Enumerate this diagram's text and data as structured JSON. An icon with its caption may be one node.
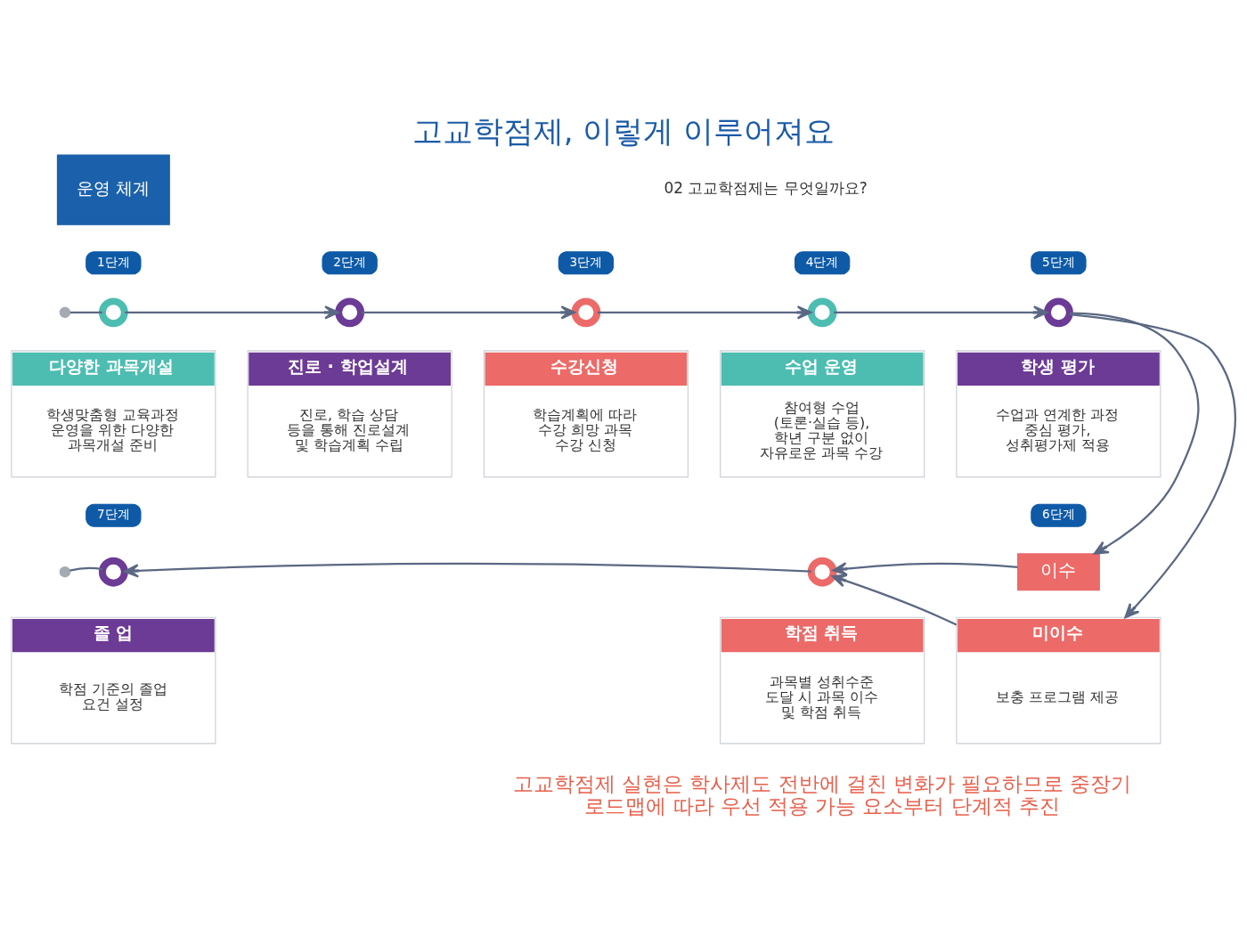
{
  "diagram": {
    "title": "고교학점제, 이렇게 이루어져요",
    "caption": "고교학점제 실현은 학사제도 전반에 걸친 변화가 필요하므로 중장기 로드맵에 따라 우선 적용 가능 요소부터 단계적 추진",
    "nodes": [
      {
        "text": [
          "운영 체계"
        ]
      },
      {
        "text": [],
        "shape": "circle"
      },
      {
        "text": [
          "1단계"
        ]
      },
      {
        "text": [],
        "shape": "pin"
      },
      {
        "text": [
          "다양한 과목개설",
          "학생맞춤형 교육과정 운영을 위한 다양한 과목개설 준비"
        ]
      },
      {
        "text": [
          "2단계"
        ]
      },
      {
        "text": [],
        "shape": "pin"
      },
      {
        "text": [
          "진로 · 학업설계",
          "진로, 학습 상담 등을 통해 진로설계 및 학습계획 수립"
        ]
      },
      {
        "text": [
          "3단계"
        ]
      },
      {
        "text": [],
        "shape": "pin"
      },
      {
        "text": [
          "수강신청",
          "학습계획에 따라 수강 희망 과목 수강 신청"
        ]
      },
      {
        "text": [
          "4단계"
        ]
      },
      {
        "text": [],
        "shape": "pin"
      },
      {
        "text": [
          "수업 운영",
          "참여형 수업 (토론·실습 등), 학년 구분 없이 자유로운 과목 수강"
        ]
      },
      {
        "text": [
          "5단계"
        ]
      },
      {
        "text": [],
        "shape": "pin"
      },
      {
        "text": [
          "학생 평가",
          "수업과 연계한 과정 중심 평가, 성취평가제 적용"
        ]
      },
      {
        "text": [
          "7단계"
        ]
      },
      {
        "text": [
          "6단계"
        ]
      },
      {
        "text": [],
        "shape": "circle"
      },
      {
        "text": [],
        "shape": "pin"
      },
      {
        "text": [],
        "shape": "pin"
      },
      {
        "text": [
          "이수"
        ]
      },
      {
        "text": [
          "졸 업",
          "학점 기준의 졸업 요건 설정"
        ]
      },
      {
        "text": [
          "학점 취득",
          "과목별 성취수준 도달 시 과목 이수 및 학점 취득"
        ]
      },
      {
        "text": [
          "미이수",
          "보충 프로그램 제공"
        ]
      }
    ],
    "edges": [
      {
        "from": 1,
        "to": 3,
        "arrow": "none"
      },
      {
        "from": 3,
        "to": 6,
        "arrow": "to"
      },
      {
        "from": 6,
        "to": 9,
        "arrow": "to"
      },
      {
        "from": 9,
        "to": 12,
        "arrow": "to"
      },
      {
        "from": 12,
        "to": 15,
        "arrow": "to"
      },
      {
        "from": 15,
        "to": 22,
        "arrow": "to"
      },
      {
        "from": 15,
        "to": 25,
        "arrow": "to"
      },
      {
        "from": 22,
        "to": 21,
        "arrow": "to"
      },
      {
        "from": 25,
        "to": 21,
        "arrow": "to"
      },
      {
        "from": 21,
        "to": 20,
        "arrow": "to"
      },
      {
        "from": 20,
        "to": 19,
        "arrow": "none"
      }
    ],
    "labels": [
      "02 고교학점제는 무엇일까요?"
    ]
  }
}
